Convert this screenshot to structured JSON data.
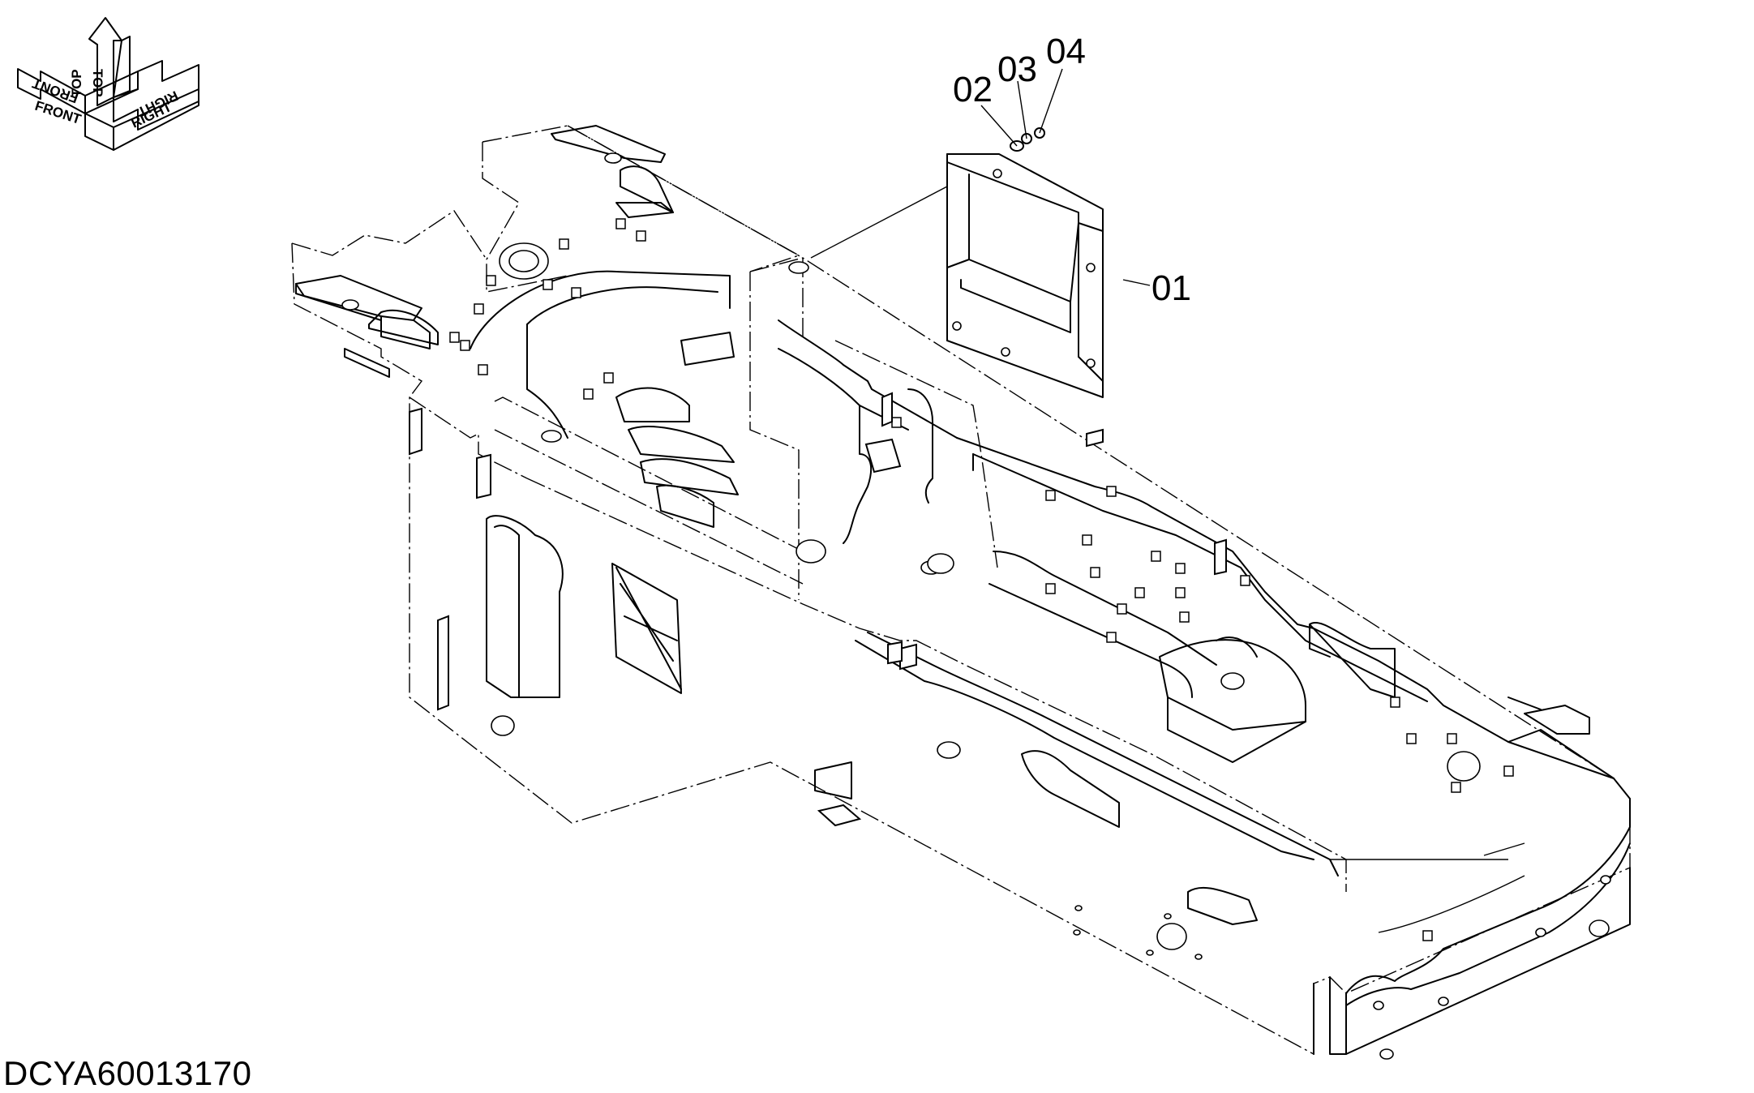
{
  "drawing": {
    "code": "DCYA60013170",
    "callouts": [
      {
        "id": "01",
        "label": "01"
      },
      {
        "id": "02",
        "label": "02"
      },
      {
        "id": "03",
        "label": "03"
      },
      {
        "id": "04",
        "label": "04"
      }
    ]
  },
  "orientation_indicator": {
    "front": "FRONT",
    "top": "TOP",
    "right": "RIGHT",
    "front_mirrored": "FRONT",
    "top_mirrored": "TOP",
    "right_mirrored": "RIGHT"
  },
  "colors": {
    "line": "#000000",
    "background": "#ffffff"
  }
}
